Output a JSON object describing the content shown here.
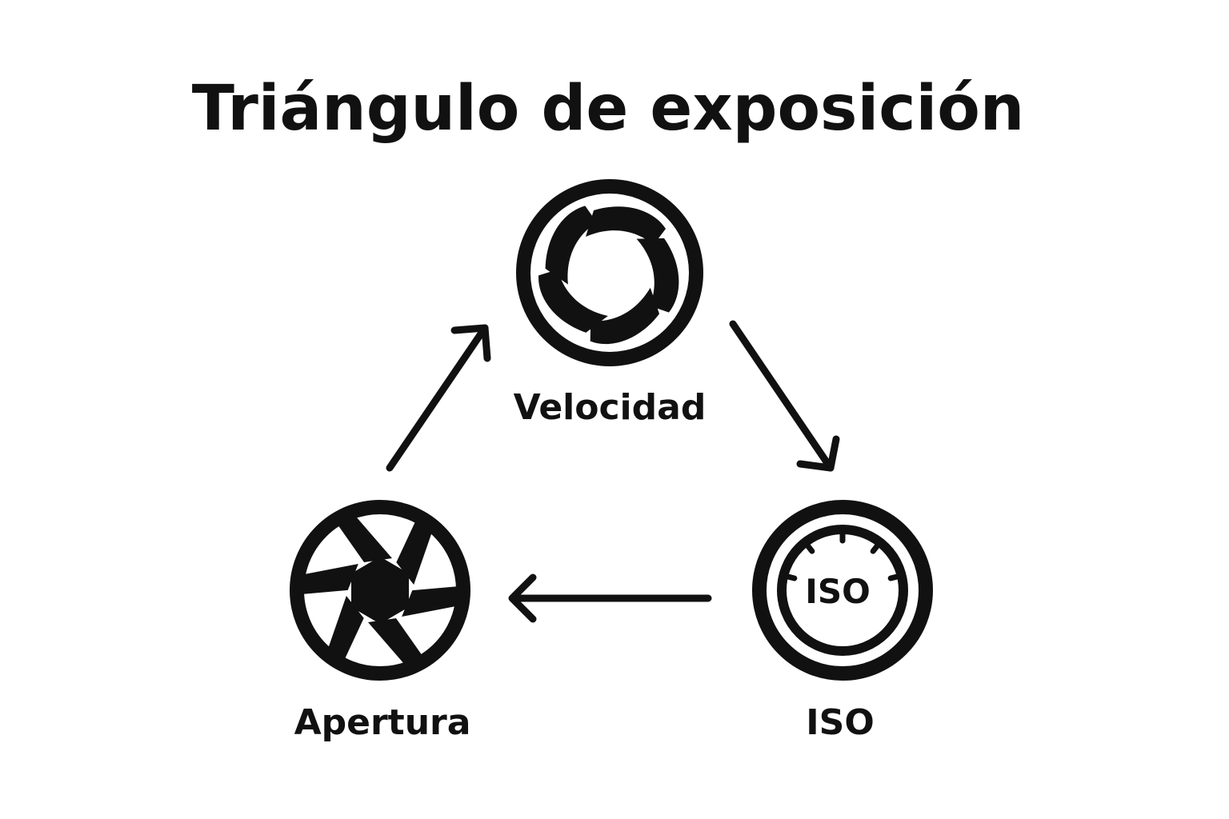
{
  "title": "Triángulo de exposición",
  "nodes": {
    "velocidad": {
      "label": "Velocidad",
      "icon": "shutter-icon"
    },
    "iso": {
      "label": "ISO",
      "icon": "iso-dial-icon",
      "icon_text": "ISO"
    },
    "apertura": {
      "label": "Apertura",
      "icon": "aperture-icon"
    }
  },
  "edges": [
    {
      "from": "Apertura",
      "to": "Velocidad"
    },
    {
      "from": "Velocidad",
      "to": "ISO"
    },
    {
      "from": "ISO",
      "to": "Apertura"
    }
  ],
  "colors": {
    "ink": "#111111",
    "background": "#ffffff"
  }
}
